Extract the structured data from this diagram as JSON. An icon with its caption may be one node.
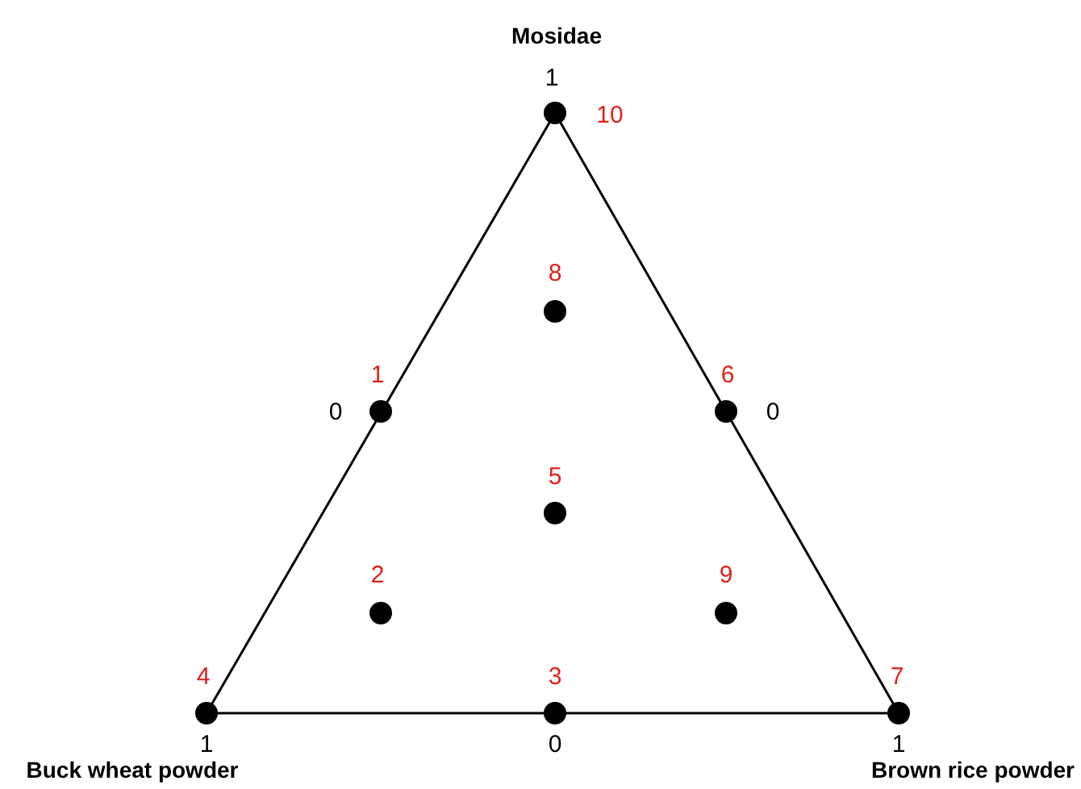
{
  "diagram": {
    "labels": [
      "Mosidae",
      "1",
      "10",
      "8",
      "1",
      "6",
      "0",
      "0",
      "5",
      "2",
      "9",
      "4",
      "3",
      "7",
      "1",
      "0",
      "1",
      "Buck wheat powder",
      "Brown rice powder"
    ]
  }
}
